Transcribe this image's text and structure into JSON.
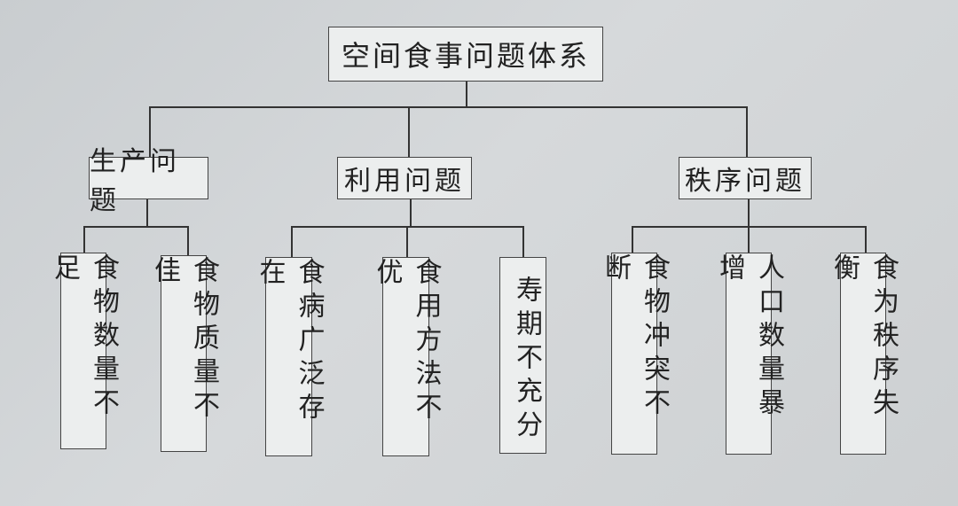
{
  "root": "空间食事问题体系",
  "categories": [
    {
      "label": "生产问题",
      "leaves": [
        "食物数量不足",
        "食物质量不佳"
      ]
    },
    {
      "label": "利用问题",
      "leaves": [
        "食病广泛存在",
        "食用方法不优",
        "寿期不充分"
      ]
    },
    {
      "label": "秩序问题",
      "leaves": [
        "食物冲突不断",
        "人口数量暴增",
        "食为秩序失衡"
      ]
    }
  ]
}
